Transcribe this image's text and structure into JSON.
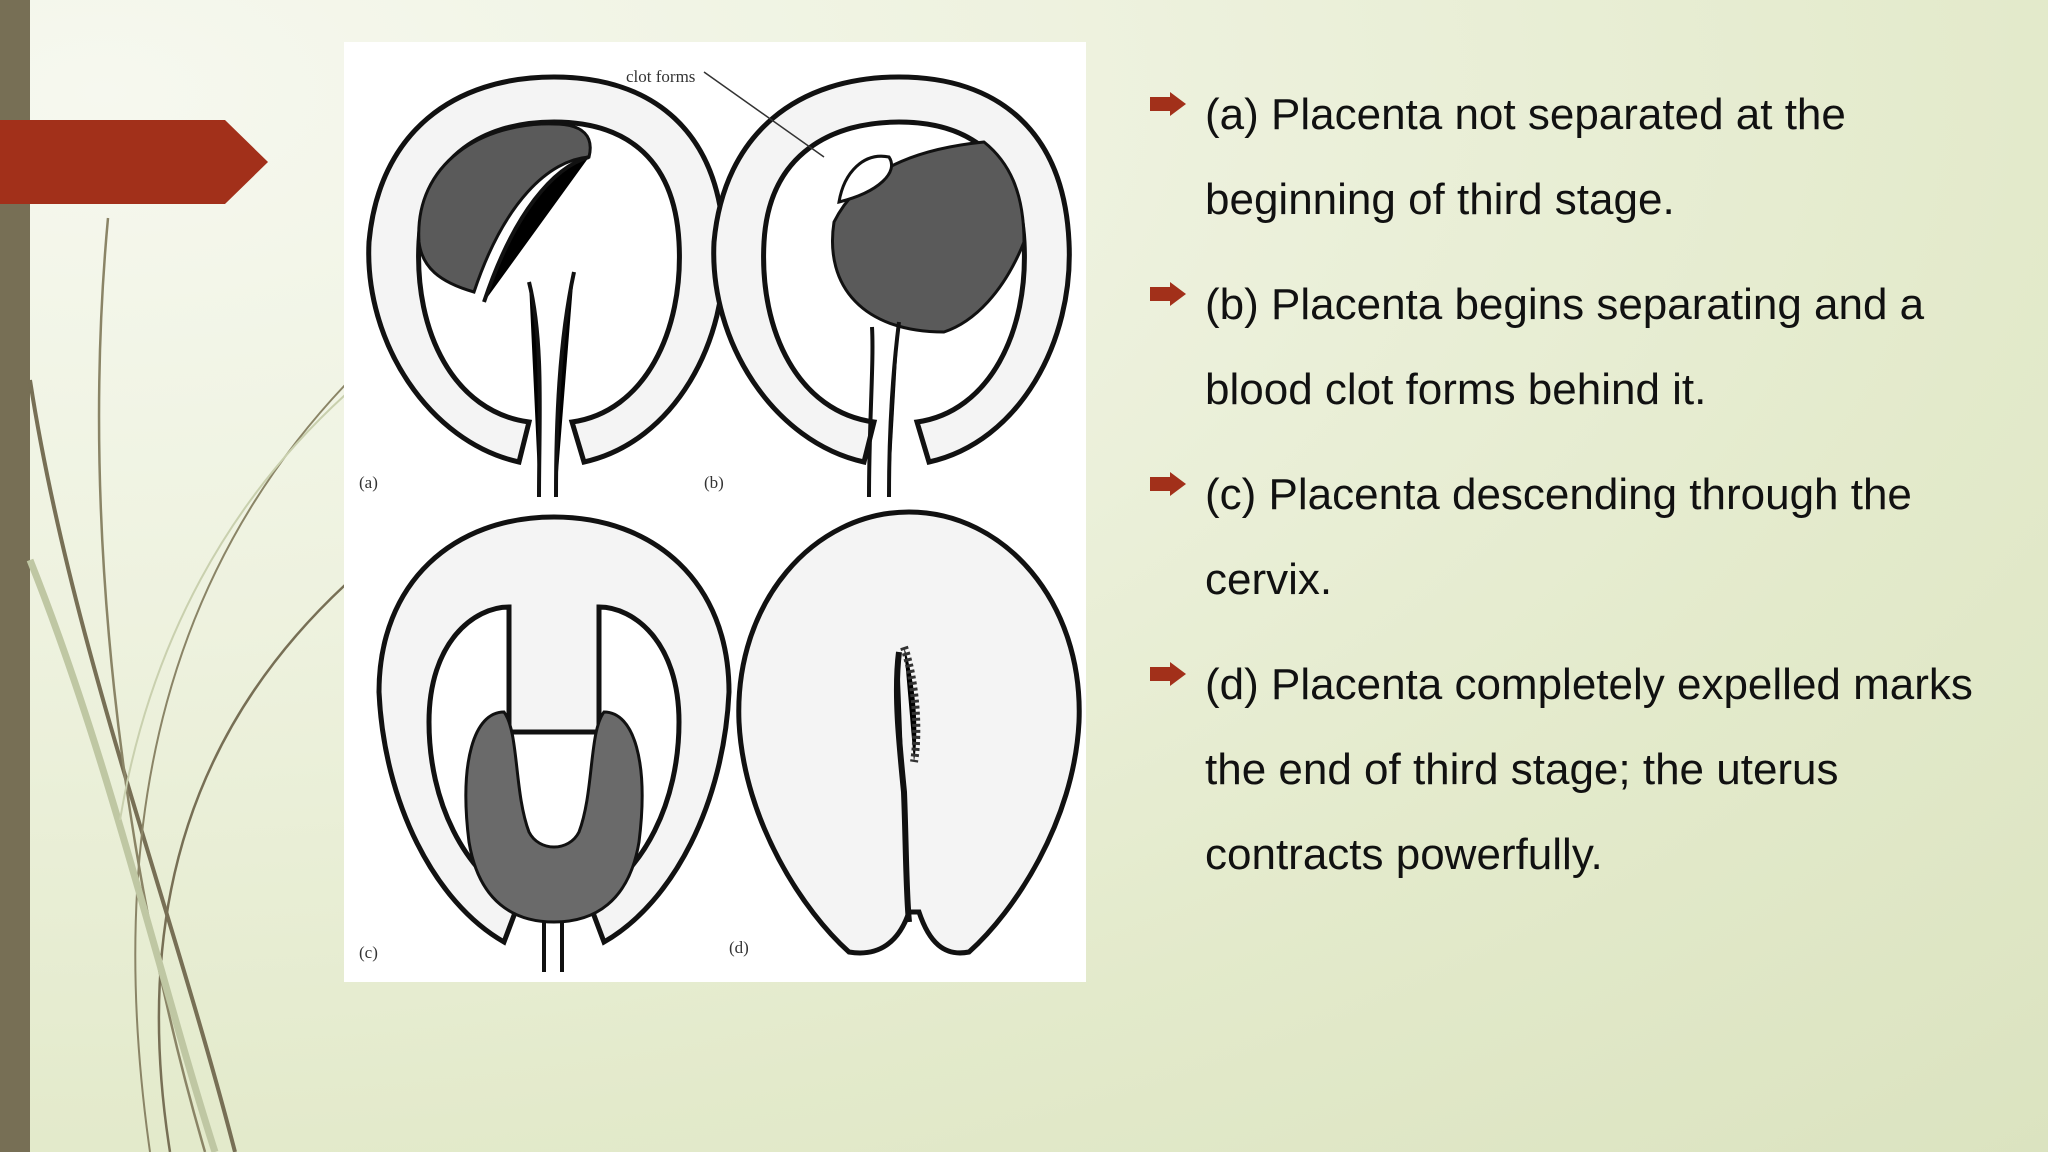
{
  "slide": {
    "accent_color": "#a2301a",
    "sidebar_color": "#776f55",
    "figure": {
      "callout": "clot forms",
      "panel_labels": [
        "(a)",
        "(b)",
        "(c)",
        "(d)"
      ]
    },
    "bullets": [
      {
        "text": "(a) Placenta not separated at the beginning of third stage."
      },
      {
        "text": "(b) Placenta begins separating and a blood clot forms behind it."
      },
      {
        "text": "(c) Placenta descending through the cervix."
      },
      {
        "text": "(d) Placenta completely expelled marks the end of third stage; the uterus contracts powerfully."
      }
    ]
  }
}
